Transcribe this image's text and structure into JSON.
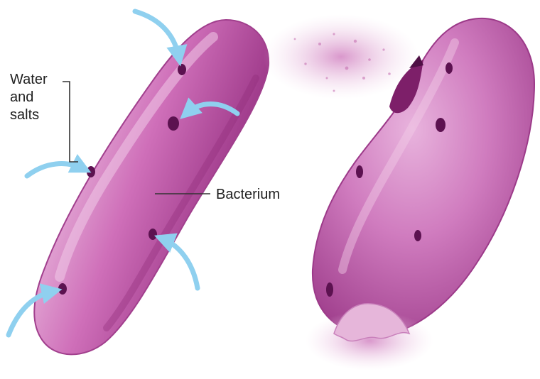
{
  "labels": {
    "water_salts": "Water and salts",
    "bacterium": "Bacterium"
  },
  "colors": {
    "cell_body": "#c04fa4",
    "cell_highlight": "#eab9dd",
    "cell_shadow": "#8f2f79",
    "pore": "#5c1250",
    "arrow": "#8fd0ef",
    "leader_line": "#333333"
  },
  "icons": [
    "inflow-arrow",
    "pore",
    "burst-spray"
  ]
}
